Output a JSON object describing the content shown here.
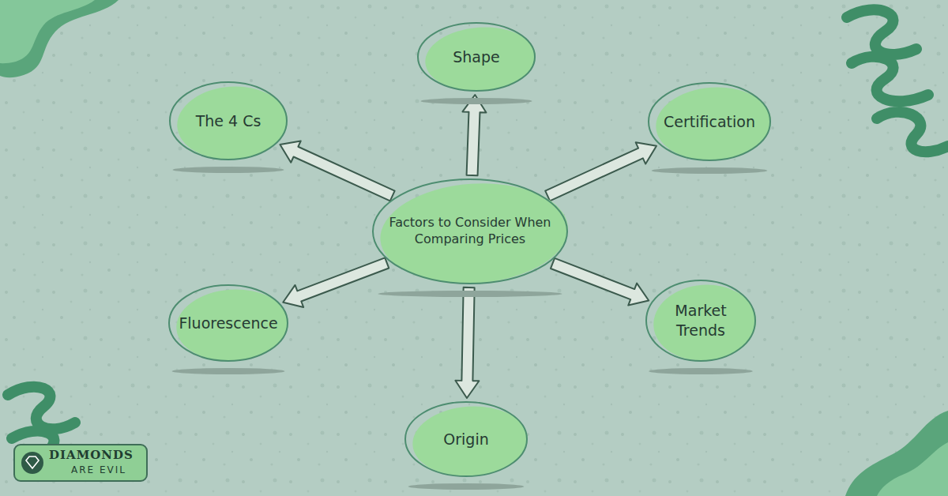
{
  "diagram": {
    "nodes": [
      {
        "text": [
          "Factors to Consider When Comparing Prices"
        ]
      },
      {
        "text": [
          "Shape"
        ]
      },
      {
        "text": [
          "Certification"
        ]
      },
      {
        "text": [
          "Market Trends"
        ]
      },
      {
        "text": [
          "Origin"
        ]
      },
      {
        "text": [
          "Fluorescence"
        ]
      },
      {
        "text": [
          "The 4 Cs"
        ]
      }
    ],
    "edges": [
      {
        "from": 0,
        "to": 1,
        "arrow": "to"
      },
      {
        "from": 0,
        "to": 2,
        "arrow": "to"
      },
      {
        "from": 0,
        "to": 3,
        "arrow": "to"
      },
      {
        "from": 0,
        "to": 4,
        "arrow": "to"
      },
      {
        "from": 0,
        "to": 5,
        "arrow": "to"
      },
      {
        "from": 0,
        "to": 6,
        "arrow": "to"
      }
    ],
    "labels": [
      "DIAMONDS",
      "ARE EVIL"
    ]
  }
}
